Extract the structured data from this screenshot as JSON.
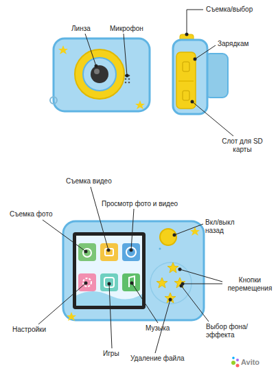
{
  "diagram": {
    "labels": [
      "Линза",
      "Микрофон",
      "Съемка/выбор",
      "Зарядкам",
      "Слот для SD карты",
      "Съемка видео",
      "Просмотр фото и видео",
      "Съемка фото",
      "Вкл/выкл назад",
      "Кнопки перемещения",
      "Настройки",
      "Игры",
      "Музыка",
      "Выбор фона/эффекта",
      "Удаление файла",
      "Avito"
    ]
  }
}
